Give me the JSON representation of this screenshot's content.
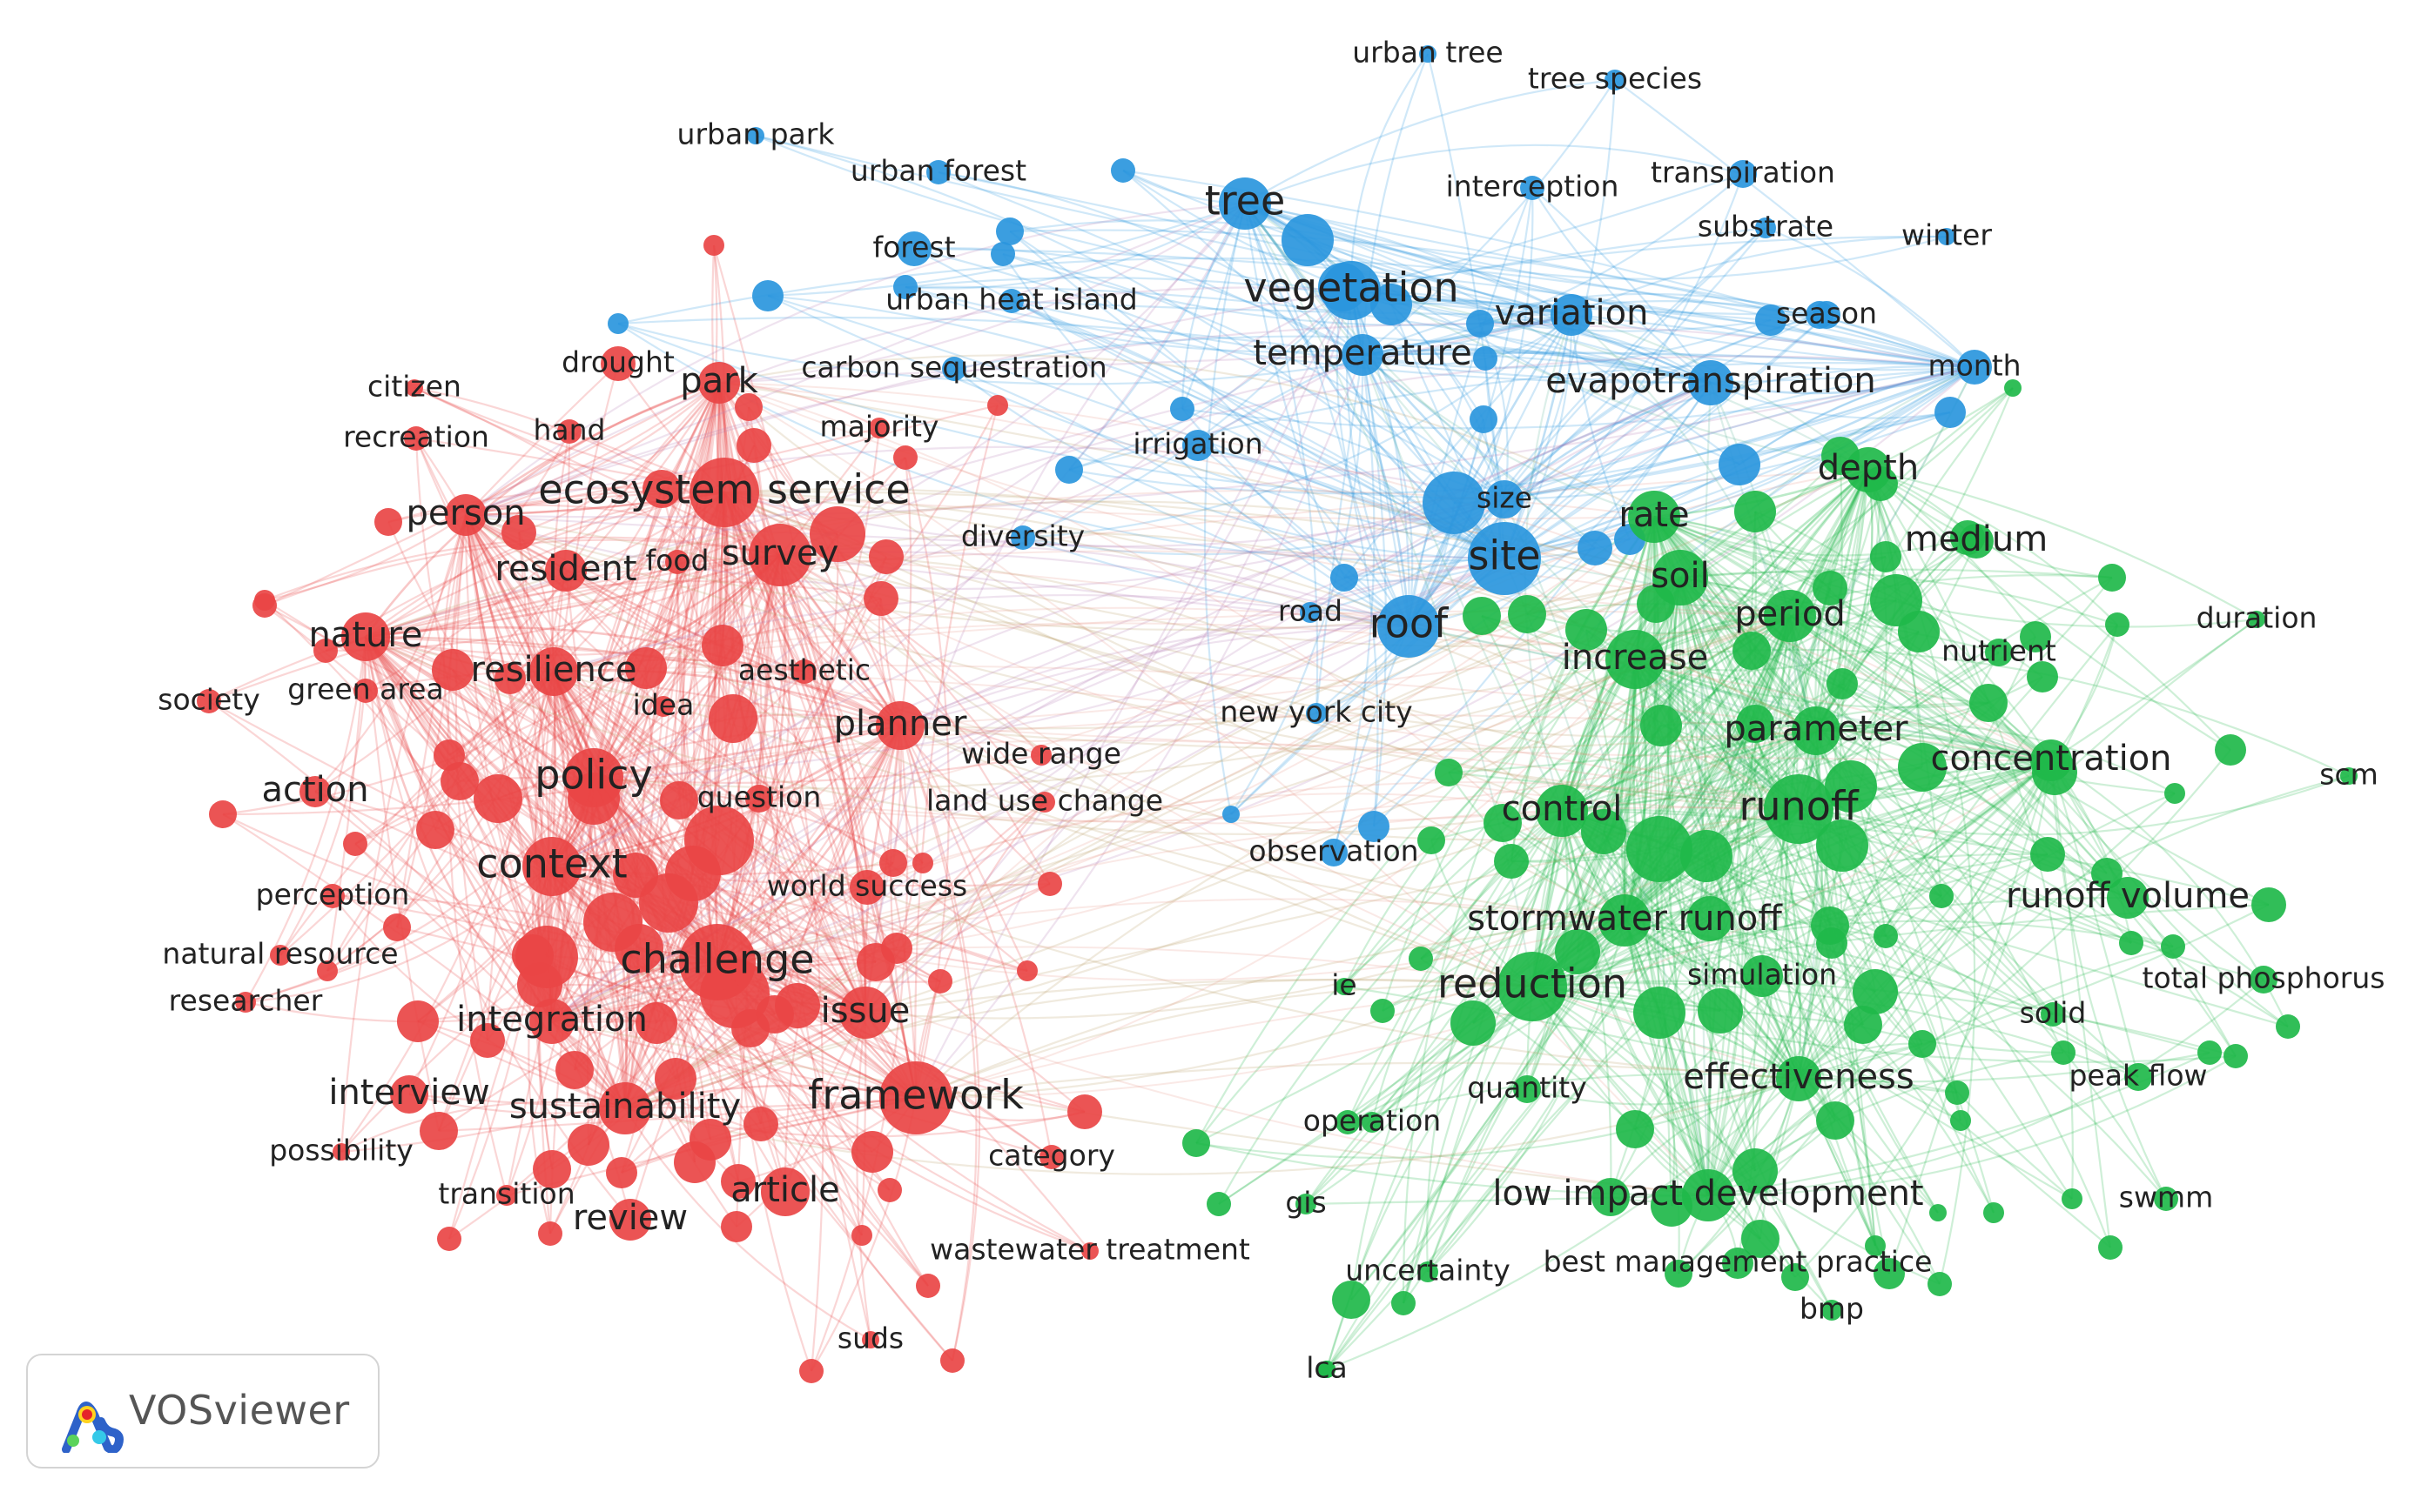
{
  "colors": {
    "environment": "#e94545",
    "vegetation": "#2a96dd",
    "hydrology": "#1fb84a",
    "link_mixed": "#b9a06a"
  },
  "branding": {
    "label": "VOSviewer",
    "logo_icon": "vosviewer-logo-icon"
  },
  "clusters": [
    {
      "key": "red",
      "color": "#e94545"
    },
    {
      "key": "blue",
      "color": "#2a96dd"
    },
    {
      "key": "green",
      "color": "#1fb84a"
    }
  ],
  "labels": [
    {
      "text": "urban tree",
      "cluster": "blue",
      "size": "small"
    },
    {
      "text": "tree species",
      "cluster": "blue",
      "size": "small"
    },
    {
      "text": "urban park",
      "cluster": "blue",
      "size": "small"
    },
    {
      "text": "urban forest",
      "cluster": "blue",
      "size": "small"
    },
    {
      "text": "tree",
      "cluster": "blue",
      "size": "large"
    },
    {
      "text": "interception",
      "cluster": "blue",
      "size": "small"
    },
    {
      "text": "transpiration",
      "cluster": "blue",
      "size": "small"
    },
    {
      "text": "substrate",
      "cluster": "blue",
      "size": "small"
    },
    {
      "text": "winter",
      "cluster": "blue",
      "size": "small"
    },
    {
      "text": "forest",
      "cluster": "blue",
      "size": "small"
    },
    {
      "text": "vegetation",
      "cluster": "blue",
      "size": "large"
    },
    {
      "text": "urban heat island",
      "cluster": "blue",
      "size": "small"
    },
    {
      "text": "variation",
      "cluster": "blue",
      "size": "medium"
    },
    {
      "text": "season",
      "cluster": "blue",
      "size": "small"
    },
    {
      "text": "temperature",
      "cluster": "blue",
      "size": "medium"
    },
    {
      "text": "carbon sequestration",
      "cluster": "blue",
      "size": "small"
    },
    {
      "text": "evapotranspiration",
      "cluster": "blue",
      "size": "medium"
    },
    {
      "text": "month",
      "cluster": "blue",
      "size": "small"
    },
    {
      "text": "irrigation",
      "cluster": "blue",
      "size": "small"
    },
    {
      "text": "size",
      "cluster": "blue",
      "size": "small"
    },
    {
      "text": "site",
      "cluster": "blue",
      "size": "large"
    },
    {
      "text": "diversity",
      "cluster": "blue",
      "size": "small"
    },
    {
      "text": "road",
      "cluster": "blue",
      "size": "small"
    },
    {
      "text": "roof",
      "cluster": "blue",
      "size": "large"
    },
    {
      "text": "new york city",
      "cluster": "blue",
      "size": "small"
    },
    {
      "text": "observation",
      "cluster": "blue",
      "size": "small"
    },
    {
      "text": "citizen",
      "cluster": "red",
      "size": "small"
    },
    {
      "text": "drought",
      "cluster": "red",
      "size": "small"
    },
    {
      "text": "park",
      "cluster": "red",
      "size": "medium"
    },
    {
      "text": "recreation",
      "cluster": "red",
      "size": "small"
    },
    {
      "text": "hand",
      "cluster": "red",
      "size": "small"
    },
    {
      "text": "majority",
      "cluster": "red",
      "size": "small"
    },
    {
      "text": "ecosystem service",
      "cluster": "red",
      "size": "large"
    },
    {
      "text": "person",
      "cluster": "red",
      "size": "medium"
    },
    {
      "text": "resident",
      "cluster": "red",
      "size": "medium"
    },
    {
      "text": "food",
      "cluster": "red",
      "size": "small"
    },
    {
      "text": "survey",
      "cluster": "red",
      "size": "medium"
    },
    {
      "text": "nature",
      "cluster": "red",
      "size": "medium"
    },
    {
      "text": "resilience",
      "cluster": "red",
      "size": "medium"
    },
    {
      "text": "aesthetic",
      "cluster": "red",
      "size": "small"
    },
    {
      "text": "society",
      "cluster": "red",
      "size": "small"
    },
    {
      "text": "green area",
      "cluster": "red",
      "size": "small"
    },
    {
      "text": "idea",
      "cluster": "red",
      "size": "small"
    },
    {
      "text": "planner",
      "cluster": "red",
      "size": "medium"
    },
    {
      "text": "wide range",
      "cluster": "red",
      "size": "small"
    },
    {
      "text": "policy",
      "cluster": "red",
      "size": "large"
    },
    {
      "text": "action",
      "cluster": "red",
      "size": "medium"
    },
    {
      "text": "question",
      "cluster": "red",
      "size": "small"
    },
    {
      "text": "land use change",
      "cluster": "red",
      "size": "small"
    },
    {
      "text": "context",
      "cluster": "red",
      "size": "large"
    },
    {
      "text": "perception",
      "cluster": "red",
      "size": "small"
    },
    {
      "text": "world success",
      "cluster": "red",
      "size": "small"
    },
    {
      "text": "natural resource",
      "cluster": "red",
      "size": "small"
    },
    {
      "text": "challenge",
      "cluster": "red",
      "size": "large"
    },
    {
      "text": "researcher",
      "cluster": "red",
      "size": "small"
    },
    {
      "text": "integration",
      "cluster": "red",
      "size": "medium"
    },
    {
      "text": "issue",
      "cluster": "red",
      "size": "medium"
    },
    {
      "text": "interview",
      "cluster": "red",
      "size": "medium"
    },
    {
      "text": "sustainability",
      "cluster": "red",
      "size": "medium"
    },
    {
      "text": "framework",
      "cluster": "red",
      "size": "large"
    },
    {
      "text": "possibility",
      "cluster": "red",
      "size": "small"
    },
    {
      "text": "category",
      "cluster": "red",
      "size": "small"
    },
    {
      "text": "transition",
      "cluster": "red",
      "size": "small"
    },
    {
      "text": "article",
      "cluster": "red",
      "size": "medium"
    },
    {
      "text": "review",
      "cluster": "red",
      "size": "medium"
    },
    {
      "text": "wastewater treatment",
      "cluster": "red",
      "size": "small"
    },
    {
      "text": "suds",
      "cluster": "red",
      "size": "small"
    },
    {
      "text": "depth",
      "cluster": "green",
      "size": "medium"
    },
    {
      "text": "rate",
      "cluster": "green",
      "size": "medium"
    },
    {
      "text": "medium",
      "cluster": "green",
      "size": "medium"
    },
    {
      "text": "soil",
      "cluster": "green",
      "size": "medium"
    },
    {
      "text": "period",
      "cluster": "green",
      "size": "medium"
    },
    {
      "text": "duration",
      "cluster": "green",
      "size": "small"
    },
    {
      "text": "increase",
      "cluster": "green",
      "size": "medium"
    },
    {
      "text": "nutrient",
      "cluster": "green",
      "size": "small"
    },
    {
      "text": "parameter",
      "cluster": "green",
      "size": "medium"
    },
    {
      "text": "concentration",
      "cluster": "green",
      "size": "medium"
    },
    {
      "text": "scm",
      "cluster": "green",
      "size": "small"
    },
    {
      "text": "control",
      "cluster": "green",
      "size": "medium"
    },
    {
      "text": "runoff",
      "cluster": "green",
      "size": "large"
    },
    {
      "text": "runoff volume",
      "cluster": "green",
      "size": "medium"
    },
    {
      "text": "stormwater runoff",
      "cluster": "green",
      "size": "medium"
    },
    {
      "text": "ie",
      "cluster": "green",
      "size": "small"
    },
    {
      "text": "reduction",
      "cluster": "green",
      "size": "large"
    },
    {
      "text": "simulation",
      "cluster": "green",
      "size": "small"
    },
    {
      "text": "total phosphorus",
      "cluster": "green",
      "size": "small"
    },
    {
      "text": "solid",
      "cluster": "green",
      "size": "small"
    },
    {
      "text": "quantity",
      "cluster": "green",
      "size": "small"
    },
    {
      "text": "effectiveness",
      "cluster": "green",
      "size": "medium"
    },
    {
      "text": "peak flow",
      "cluster": "green",
      "size": "small"
    },
    {
      "text": "operation",
      "cluster": "green",
      "size": "small"
    },
    {
      "text": "low impact development",
      "cluster": "green",
      "size": "medium"
    },
    {
      "text": "swmm",
      "cluster": "green",
      "size": "small"
    },
    {
      "text": "gis",
      "cluster": "green",
      "size": "small"
    },
    {
      "text": "uncertainty",
      "cluster": "green",
      "size": "small"
    },
    {
      "text": "best management practice",
      "cluster": "green",
      "size": "small"
    },
    {
      "text": "bmp",
      "cluster": "green",
      "size": "small"
    },
    {
      "text": "lca",
      "cluster": "green",
      "size": "small"
    }
  ]
}
